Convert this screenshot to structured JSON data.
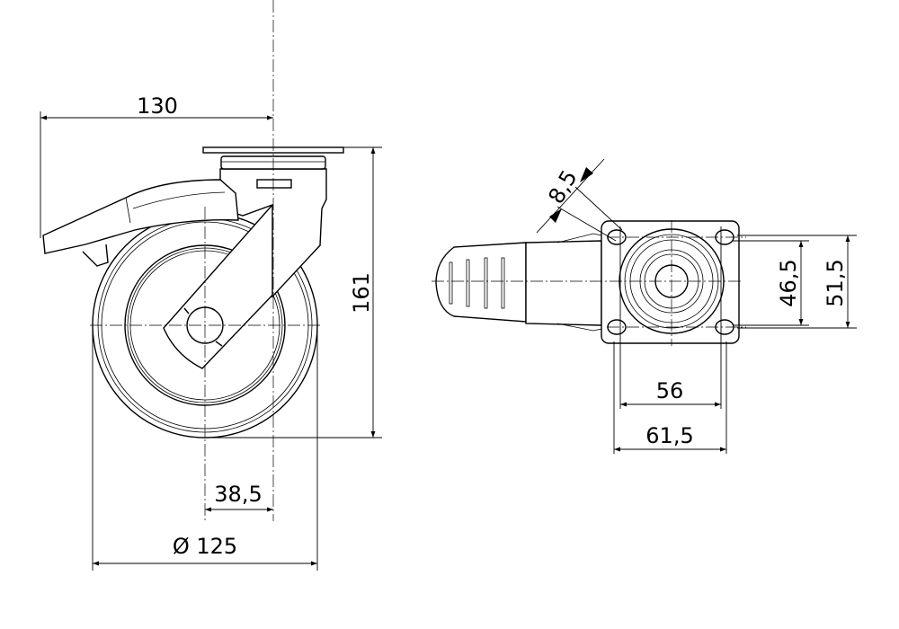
{
  "drawing": {
    "side_view": {
      "dimensions": {
        "overall_reach": "130",
        "height": "161",
        "offset": "38,5",
        "wheel_diameter": "Ø 125"
      }
    },
    "top_view": {
      "dimensions": {
        "bolt_hole": "8,5",
        "bolt_spacing_x": "56",
        "plate_width": "61,5",
        "bolt_spacing_y": "46,5",
        "plate_length": "51,5"
      }
    },
    "colors": {
      "line": "#000000",
      "background": "#ffffff"
    }
  }
}
